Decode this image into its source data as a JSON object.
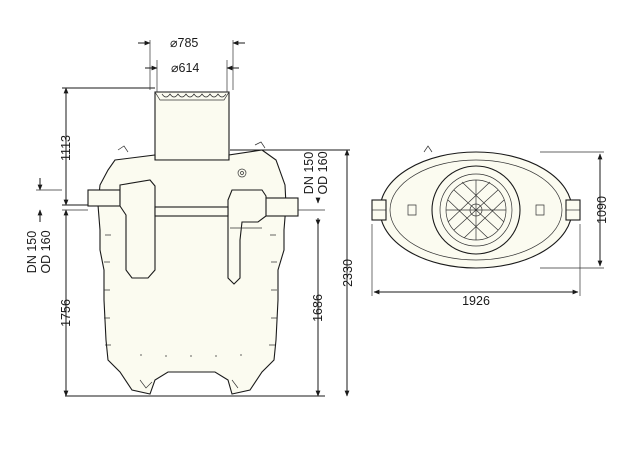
{
  "dimensions": {
    "lid_outer": "⌀785",
    "lid_inner": "⌀614",
    "riser_height": "1113",
    "inlet_height": "1756",
    "inlet_pipe": "DN 150\nOD 160",
    "outlet_pipe": "DN 150\nOD 160",
    "total_height": "2330",
    "outlet_height": "1686",
    "plan_width": "1926",
    "plan_depth": "1090"
  }
}
